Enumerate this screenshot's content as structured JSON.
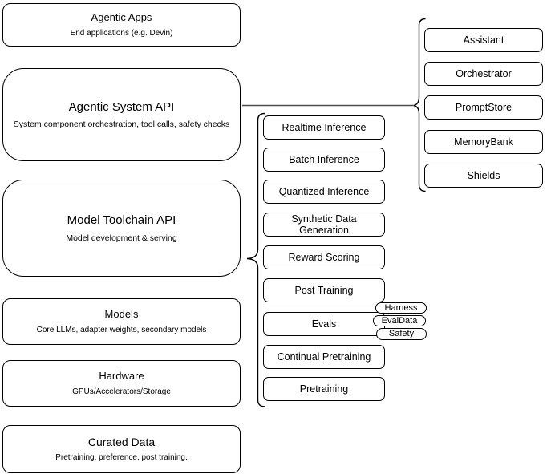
{
  "diagram": {
    "left_boxes": [
      {
        "title": "Agentic Apps",
        "subtitle": "End applications (e.g. Devin)"
      },
      {
        "title": "Agentic System API",
        "subtitle": "System component orchestration, tool calls, safety checks"
      },
      {
        "title": "Model Toolchain API",
        "subtitle": "Model development & serving"
      },
      {
        "title": "Models",
        "subtitle": "Core LLMs, adapter weights, secondary models"
      },
      {
        "title": "Hardware",
        "subtitle": "GPUs/Accelerators/Storage"
      },
      {
        "title": "Curated Data",
        "subtitle": "Pretraining, preference, post training."
      }
    ],
    "toolchain_items": [
      "Realtime Inference",
      "Batch Inference",
      "Quantized Inference",
      "Synthetic Data Generation",
      "Reward Scoring",
      "Post Training",
      "Evals",
      "Continual Pretraining",
      "Pretraining"
    ],
    "eval_pills": [
      "Harness",
      "EvalData",
      "Safety"
    ],
    "system_components": [
      "Assistant",
      "Orchestrator",
      "PromptStore",
      "MemoryBank",
      "Shields"
    ],
    "colors": {
      "box_stroke": "#000000",
      "box_fill": "#ffffff",
      "connector_line": "#4d4d4d",
      "background": "#ffffff"
    }
  }
}
